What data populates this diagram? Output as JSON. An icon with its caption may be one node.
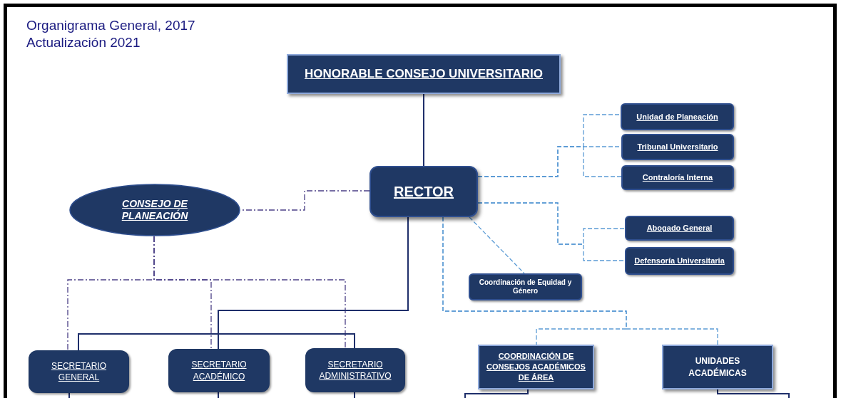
{
  "diagram": {
    "title": "Organigrama General, 2017",
    "nodes": [
      {
        "text": [
          "HONORABLE CONSEJO UNIVERSITARIO"
        ]
      },
      {
        "text": [
          "RECTOR"
        ]
      },
      {
        "text": [
          "CONSEJO DE PLANEACIÓN"
        ]
      },
      {
        "text": [
          "Unidad de Planeación"
        ]
      },
      {
        "text": [
          "Tribunal Universitario"
        ]
      },
      {
        "text": [
          "Contraloría Interna"
        ]
      },
      {
        "text": [
          "Abogado General"
        ]
      },
      {
        "text": [
          "Defensoría Universitaria"
        ]
      },
      {
        "text": [
          "Coordinación de Equidad y Género"
        ]
      },
      {
        "text": [
          "SECRETARIO GENERAL"
        ]
      },
      {
        "text": [
          "SECRETARIO ACADÉMICO"
        ]
      },
      {
        "text": [
          "SECRETARIO ADMINISTRATIVO"
        ]
      },
      {
        "text": [
          "COORDINACIÓN DE CONSEJOS ACADÉMICOS DE ÁREA"
        ]
      },
      {
        "text": [
          "UNIDADES ACADÉMICAS"
        ]
      }
    ],
    "edges": [
      {
        "from": 0,
        "to": 1,
        "arrow": "none"
      },
      {
        "from": 1,
        "to": 2,
        "arrow": "none",
        "style": "dashed",
        "color": "#4b3f86"
      },
      {
        "from": 2,
        "to": 9,
        "arrow": "none",
        "style": "dashed",
        "color": "#4b3f86"
      },
      {
        "from": 2,
        "to": 10,
        "arrow": "none",
        "style": "dashed",
        "color": "#4b3f86"
      },
      {
        "from": 2,
        "to": 11,
        "arrow": "none",
        "style": "dashed",
        "color": "#4b3f86"
      },
      {
        "from": 1,
        "to": 9,
        "arrow": "none"
      },
      {
        "from": 1,
        "to": 10,
        "arrow": "none"
      },
      {
        "from": 1,
        "to": 11,
        "arrow": "none"
      },
      {
        "from": 1,
        "to": 3,
        "arrow": "none",
        "style": "dashed",
        "color": "#5b9bd5"
      },
      {
        "from": 1,
        "to": 4,
        "arrow": "none",
        "style": "dashed",
        "color": "#5b9bd5"
      },
      {
        "from": 1,
        "to": 5,
        "arrow": "none",
        "style": "dashed",
        "color": "#5b9bd5"
      },
      {
        "from": 1,
        "to": 6,
        "arrow": "none",
        "style": "dashed",
        "color": "#5b9bd5"
      },
      {
        "from": 1,
        "to": 7,
        "arrow": "none",
        "style": "dashed",
        "color": "#5b9bd5"
      },
      {
        "from": 1,
        "to": 8,
        "arrow": "none",
        "style": "dashed",
        "color": "#5b9bd5"
      },
      {
        "from": 1,
        "to": 12,
        "arrow": "none",
        "style": "dashed",
        "color": "#5b9bd5"
      },
      {
        "from": 1,
        "to": 13,
        "arrow": "none",
        "style": "dashed",
        "color": "#5b9bd5"
      },
      {
        "from": 9,
        "to": null,
        "arrow": "none"
      },
      {
        "from": 10,
        "to": null,
        "arrow": "none"
      },
      {
        "from": 11,
        "to": null,
        "arrow": "none"
      },
      {
        "from": 12,
        "to": null,
        "arrow": "none"
      },
      {
        "from": 13,
        "to": null,
        "arrow": "none"
      }
    ],
    "labels": [
      "Actualización 2021"
    ]
  }
}
